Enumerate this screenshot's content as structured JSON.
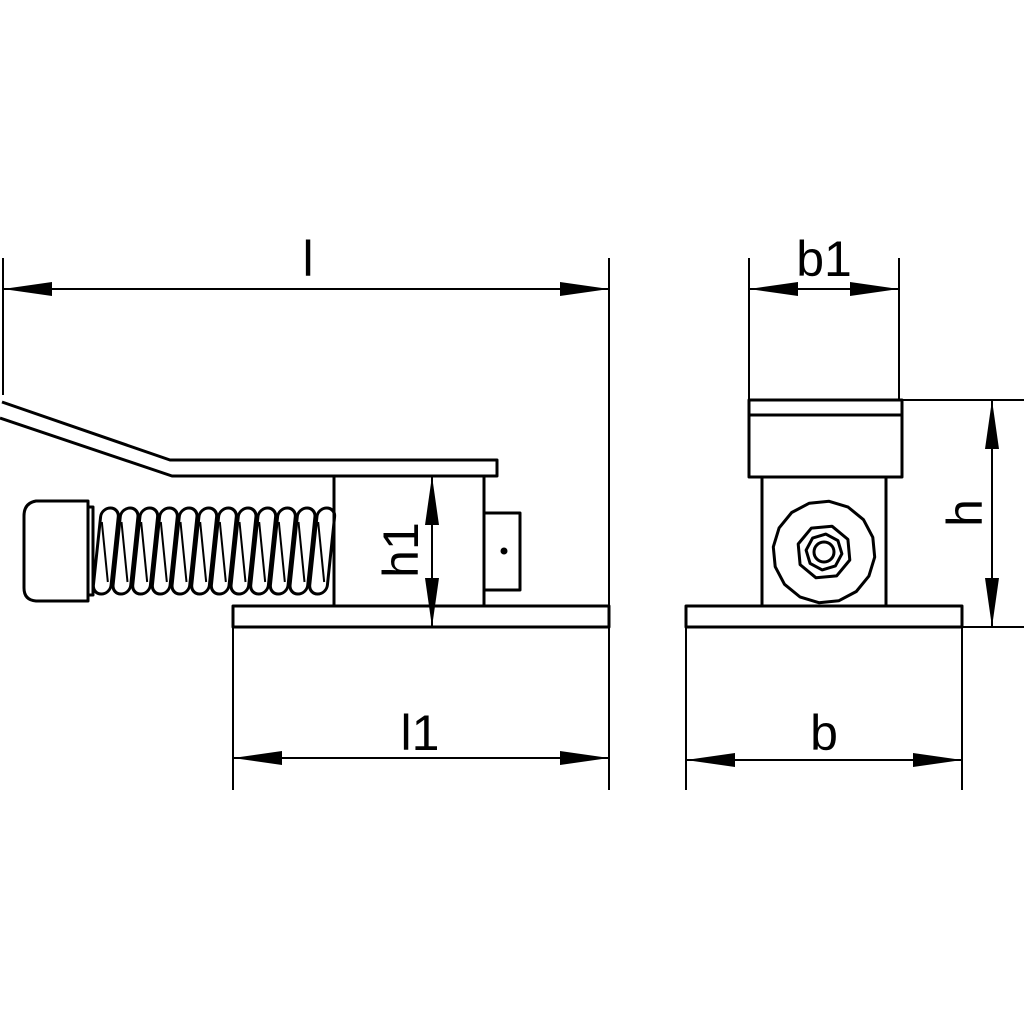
{
  "dimensions": {
    "l": "l",
    "l1": "l1",
    "h1": "h1",
    "b1": "b1",
    "b": "b",
    "h": "h"
  },
  "spring_coils": 12
}
